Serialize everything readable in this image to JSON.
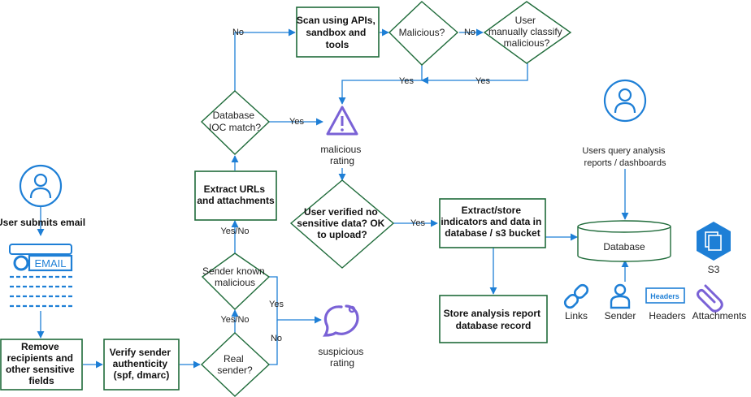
{
  "nodes": {
    "user_submits": [
      "User submits email"
    ],
    "email_label": [
      "EMAIL"
    ],
    "remove_fields": [
      "Remove",
      "recipients and",
      "other sensitive",
      "fields"
    ],
    "verify_sender": [
      "Verify sender",
      "authenticity",
      "(spf, dmarc)"
    ],
    "real_sender": [
      "Real",
      "sender?"
    ],
    "suspicious": [
      "suspicious",
      "rating"
    ],
    "sender_known": [
      "Sender known",
      "malicious"
    ],
    "extract_urls": [
      "Extract URLs",
      "and attachments"
    ],
    "ioc_match": [
      "Database",
      "IOC match?"
    ],
    "scan": [
      "Scan using APIs,",
      "sandbox and",
      "tools"
    ],
    "malicious_q": [
      "Malicious?"
    ],
    "user_classify": [
      "User",
      "manually classify",
      "malicious?"
    ],
    "malicious_rating": [
      "malicious",
      "rating"
    ],
    "user_verified": [
      "User verified no",
      "sensitive data? OK",
      "to upload?"
    ],
    "extract_store": [
      "Extract/store",
      "indicators and data in",
      "database / s3 bucket"
    ],
    "store_report": [
      "Store analysis report",
      "database record"
    ],
    "users_query": [
      "Users query analysis",
      "reports / dashboards"
    ],
    "database": [
      "Database"
    ],
    "s3": [
      "S3"
    ],
    "links": [
      "Links"
    ],
    "sender": [
      "Sender"
    ],
    "headers_badge": [
      "Headers"
    ],
    "headers": [
      "Headers"
    ],
    "attachments": [
      "Attachments"
    ]
  },
  "edges": {
    "yes_no_1": "Yes/No",
    "yes_no_2": "Yes/No",
    "yes_real": "Yes",
    "no_real": "No",
    "no_ioc": "No",
    "yes_ioc": "Yes",
    "no_malicious": "No",
    "yes_malicious": "Yes",
    "yes_classify": "Yes",
    "yes_verified": "Yes"
  },
  "colors": {
    "edge": "#1e7fd6",
    "node_border": "#1f6b3a",
    "alert_icon": "#7a62d6",
    "s3_icon": "#1e7fd6"
  }
}
